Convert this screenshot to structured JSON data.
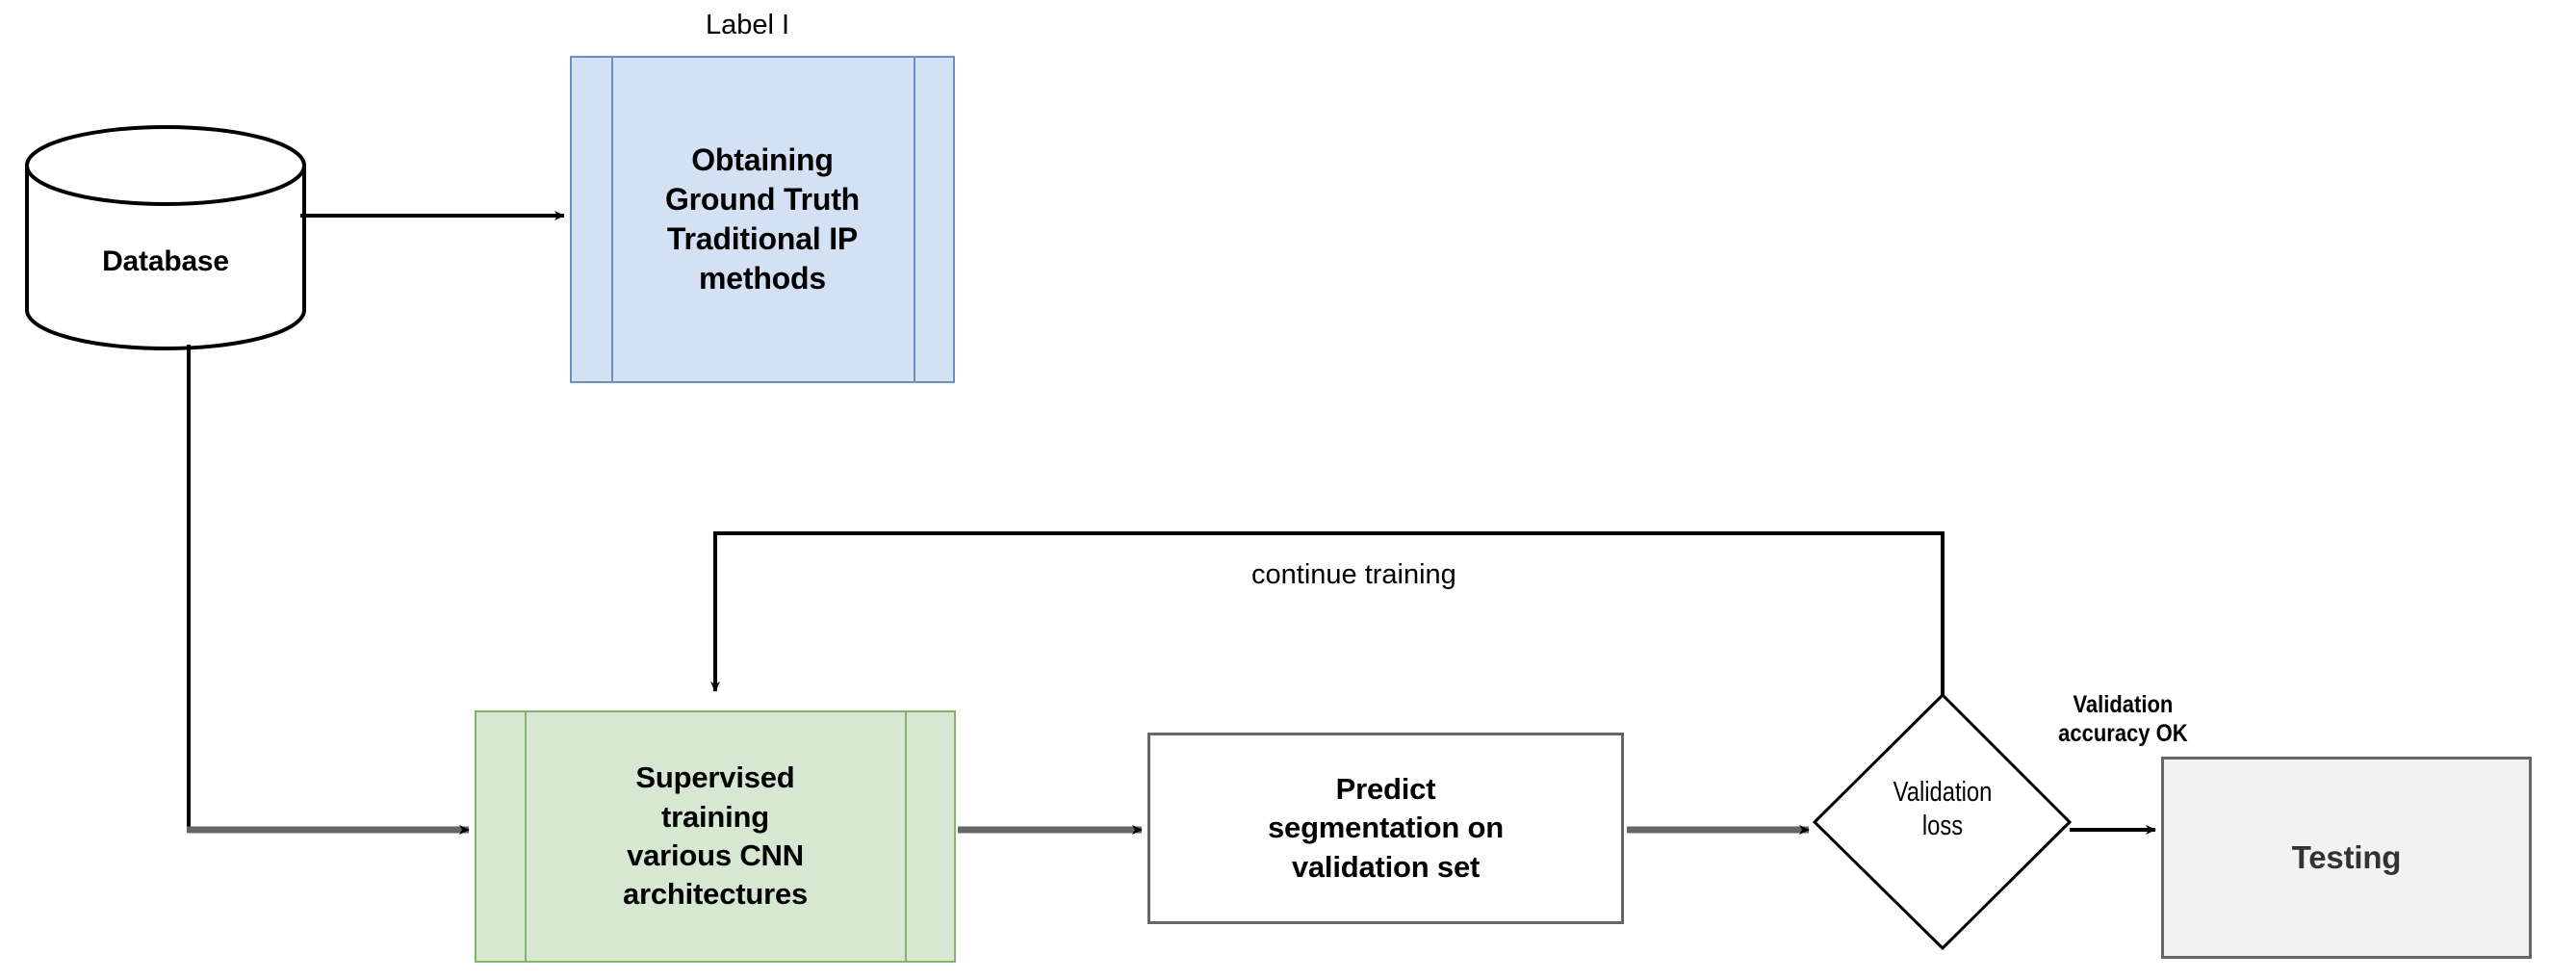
{
  "diagram": {
    "title": "CNN segmentation training and validation workflow",
    "background_color": "#ffffff"
  },
  "nodes": [
    {
      "id": "database",
      "shape": "cylinder",
      "label": "Database",
      "fill": "#ffffff",
      "stroke": "#000000"
    },
    {
      "id": "ground-truth",
      "shape": "process",
      "label": "Obtaining Ground Truth Traditional IP methods",
      "lines": [
        "Obtaining",
        "Ground Truth",
        "Traditional IP",
        "methods"
      ],
      "caption": "Label I",
      "fill": "#d4e1f5",
      "stroke": "#6c8ebf"
    },
    {
      "id": "supervised-training",
      "shape": "process",
      "label": "Supervised training various CNN architectures",
      "lines": [
        "Supervised",
        "training",
        "various CNN",
        "architectures"
      ],
      "fill": "#d7e8d2",
      "stroke": "#82b366"
    },
    {
      "id": "predict-segmentation",
      "shape": "rectangle",
      "label": "Predict segmentation on validation set",
      "lines": [
        "Predict",
        "segmentation on",
        "validation set"
      ],
      "fill": "#ffffff",
      "stroke": "#666666"
    },
    {
      "id": "validation-loss",
      "shape": "diamond",
      "label": "Validation loss",
      "lines": [
        "Validation",
        "loss"
      ],
      "fill": "#ffffff",
      "stroke": "#000000"
    },
    {
      "id": "testing",
      "shape": "rectangle",
      "label": "Testing",
      "fill": "#f2f2f2",
      "stroke": "#666666",
      "text_color": "#333333"
    }
  ],
  "edges": [
    {
      "id": "db-to-groundtruth",
      "from": "database",
      "to": "ground-truth",
      "label": "",
      "color": "#000000"
    },
    {
      "id": "db-to-training",
      "from": "database",
      "to": "supervised-training",
      "label": "",
      "color": "#666666"
    },
    {
      "id": "training-to-predict",
      "from": "supervised-training",
      "to": "predict-segmentation",
      "label": "",
      "color": "#666666"
    },
    {
      "id": "predict-to-validation",
      "from": "predict-segmentation",
      "to": "validation-loss",
      "label": "",
      "color": "#666666"
    },
    {
      "id": "validation-to-training",
      "from": "validation-loss",
      "to": "supervised-training",
      "label": "continue training",
      "color": "#000000"
    },
    {
      "id": "validation-to-testing",
      "from": "validation-loss",
      "to": "testing",
      "label": "Validation accuracy OK",
      "color": "#000000"
    }
  ],
  "labels": {
    "label_i": "Label I",
    "continue_training": "continue training",
    "validation_accuracy_ok": "Validation\naccuracy OK"
  }
}
